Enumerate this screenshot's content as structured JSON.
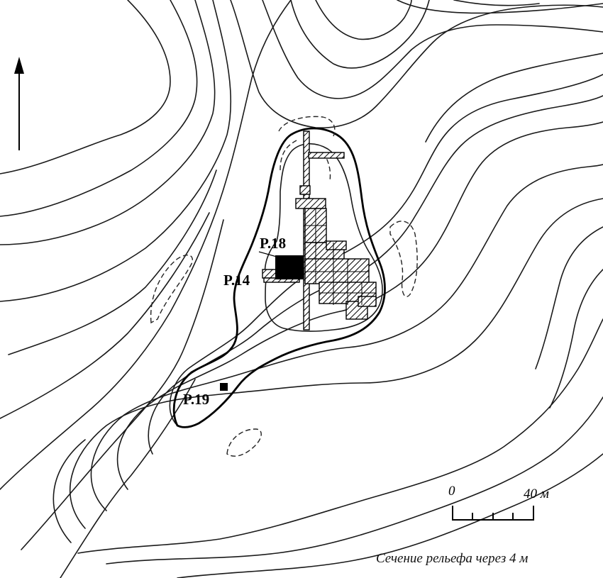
{
  "map": {
    "features": [
      {
        "id": "P.18",
        "label": "P.18"
      },
      {
        "id": "P.14",
        "label": "P.14"
      },
      {
        "id": "P.19",
        "label": "P.19"
      }
    ],
    "scale_bar": {
      "start_label": "0",
      "end_label": "40 м",
      "divisions": 4
    },
    "caption": "Сечение рельефа через 4 м",
    "north_arrow": "north-arrow-icon"
  }
}
